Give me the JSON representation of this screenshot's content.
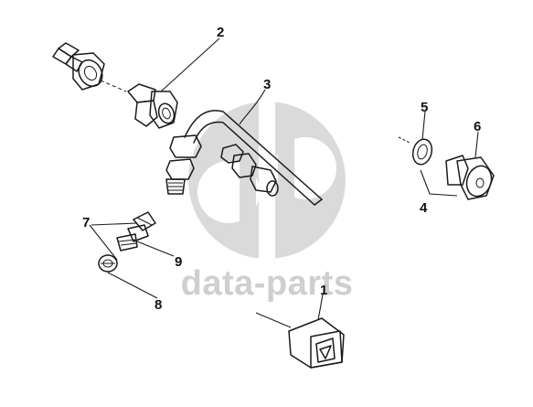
{
  "watermark": {
    "text": "data-parts",
    "logo_glyphs": "dp",
    "color": "#cfcfcf"
  },
  "callouts": {
    "c1": "1",
    "c2": "2",
    "c3": "3",
    "c4": "4",
    "c5": "5",
    "c6": "6",
    "c7": "7",
    "c8": "8",
    "c9": "9"
  },
  "parts": [
    {
      "ref": "1",
      "icon": "square-plug-icon"
    },
    {
      "ref": "2",
      "icon": "union-fitting-icon"
    },
    {
      "ref": "3",
      "icon": "bent-pipe-icon"
    },
    {
      "ref": "4",
      "icon": "bracket-lead-icon"
    },
    {
      "ref": "5",
      "icon": "washer-icon"
    },
    {
      "ref": "6",
      "icon": "banjo-plug-icon"
    },
    {
      "ref": "7",
      "icon": "bracket-lead-icon"
    },
    {
      "ref": "8",
      "icon": "washer-icon"
    },
    {
      "ref": "9",
      "icon": "nipple-fitting-icon"
    }
  ]
}
